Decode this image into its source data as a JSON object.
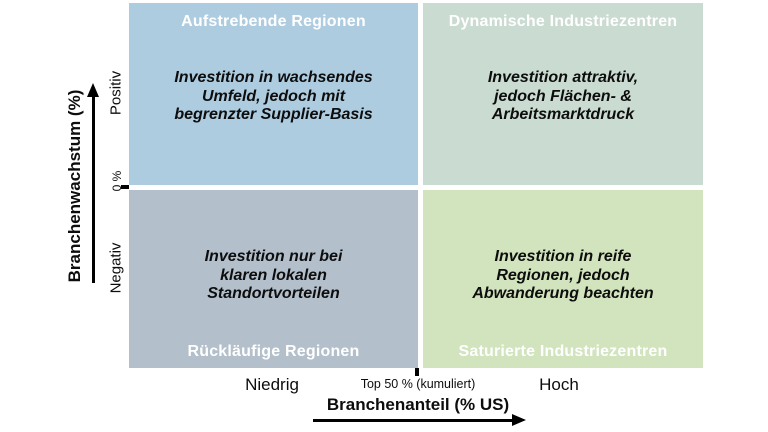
{
  "quadrants": {
    "top_left": {
      "title": "Aufstrebende Regionen",
      "body_lines": [
        "Investition in wachsendes",
        "Umfeld, jedoch mit",
        "begrenzter Supplier-Basis"
      ],
      "color": "#aecce0"
    },
    "top_right": {
      "title": "Dynamische Industriezentren",
      "body_lines": [
        "Investition attraktiv,",
        "jedoch Flächen- &",
        "Arbeitsmarktdruck"
      ],
      "color": "#cadcd1"
    },
    "bottom_left": {
      "title": "Rückläufige Regionen",
      "body_lines": [
        "Investition nur bei",
        "klaren lokalen",
        "Standortvorteilen"
      ],
      "color": "#b3bfcb"
    },
    "bottom_right": {
      "title": "Saturierte Industriezentren",
      "body_lines": [
        "Investition in reife",
        "Regionen, jedoch",
        "Abwanderung beachten"
      ],
      "color": "#d2e4bd"
    }
  },
  "y_axis": {
    "title": "Branchenwachstum (%)",
    "label_positive": "Positiv",
    "label_zero": "0 %",
    "label_negative": "Negativ"
  },
  "x_axis": {
    "title": "Branchenanteil (% US)",
    "label_low": "Niedrig",
    "label_mid": "Top 50 % (kumuliert)",
    "label_high": "Hoch"
  },
  "colors": {
    "title_text": "#ffffff",
    "body_text": "#0d0d0d",
    "axis": "#000000",
    "background": "#ffffff"
  }
}
